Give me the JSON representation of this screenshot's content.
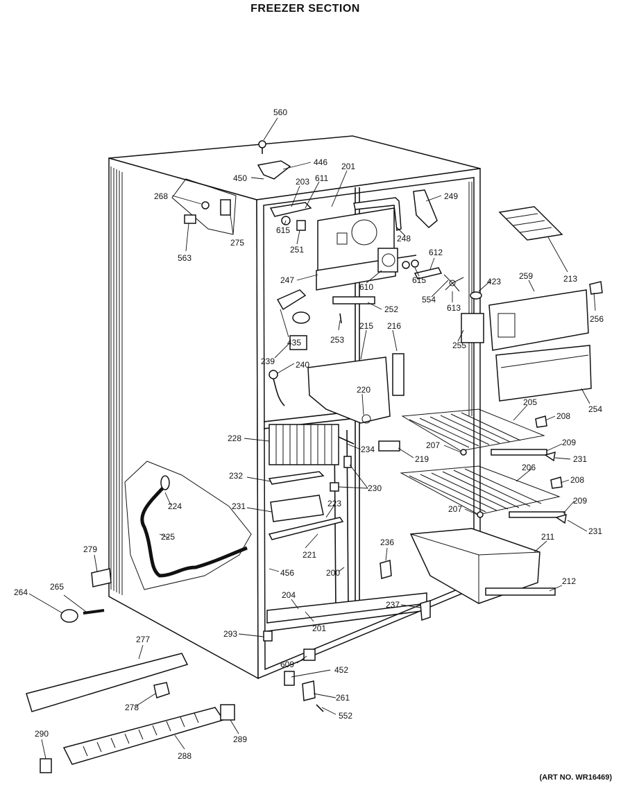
{
  "title": "FREEZER SECTION",
  "art_number": "(ART NO. WR16469)",
  "callouts": [
    {
      "id": "c560",
      "label": "560"
    },
    {
      "id": "c446",
      "label": "446"
    },
    {
      "id": "c450",
      "label": "450"
    },
    {
      "id": "c201a",
      "label": "201"
    },
    {
      "id": "c203",
      "label": "203"
    },
    {
      "id": "c611",
      "label": "611"
    },
    {
      "id": "c268",
      "label": "268"
    },
    {
      "id": "c249",
      "label": "249"
    },
    {
      "id": "c615a",
      "label": "615"
    },
    {
      "id": "c251",
      "label": "251"
    },
    {
      "id": "c275",
      "label": "275"
    },
    {
      "id": "c563",
      "label": "563"
    },
    {
      "id": "c248",
      "label": "248"
    },
    {
      "id": "c213",
      "label": "213"
    },
    {
      "id": "c612",
      "label": "612"
    },
    {
      "id": "c247",
      "label": "247"
    },
    {
      "id": "c610",
      "label": "610"
    },
    {
      "id": "c615b",
      "label": "615"
    },
    {
      "id": "c554",
      "label": "554"
    },
    {
      "id": "c423",
      "label": "423"
    },
    {
      "id": "c259",
      "label": "259"
    },
    {
      "id": "c613",
      "label": "613"
    },
    {
      "id": "c256",
      "label": "256"
    },
    {
      "id": "c252",
      "label": "252"
    },
    {
      "id": "c435",
      "label": "435"
    },
    {
      "id": "c253",
      "label": "253"
    },
    {
      "id": "c215",
      "label": "215"
    },
    {
      "id": "c216",
      "label": "216"
    },
    {
      "id": "c255",
      "label": "255"
    },
    {
      "id": "c239",
      "label": "239"
    },
    {
      "id": "c240",
      "label": "240"
    },
    {
      "id": "c220",
      "label": "220"
    },
    {
      "id": "c254",
      "label": "254"
    },
    {
      "id": "c205",
      "label": "205"
    },
    {
      "id": "c208a",
      "label": "208"
    },
    {
      "id": "c228",
      "label": "228"
    },
    {
      "id": "c207a",
      "label": "207"
    },
    {
      "id": "c209a",
      "label": "209"
    },
    {
      "id": "c234",
      "label": "234"
    },
    {
      "id": "c219",
      "label": "219"
    },
    {
      "id": "c231a",
      "label": "231"
    },
    {
      "id": "c206",
      "label": "206"
    },
    {
      "id": "c232",
      "label": "232"
    },
    {
      "id": "c230",
      "label": "230"
    },
    {
      "id": "c208b",
      "label": "208"
    },
    {
      "id": "c224",
      "label": "224"
    },
    {
      "id": "c223",
      "label": "223"
    },
    {
      "id": "c231b",
      "label": "231"
    },
    {
      "id": "c209b",
      "label": "209"
    },
    {
      "id": "c207b",
      "label": "207"
    },
    {
      "id": "c231c",
      "label": "231"
    },
    {
      "id": "c225",
      "label": "225"
    },
    {
      "id": "c211",
      "label": "211"
    },
    {
      "id": "c236",
      "label": "236"
    },
    {
      "id": "c279",
      "label": "279"
    },
    {
      "id": "c221",
      "label": "221"
    },
    {
      "id": "c456",
      "label": "456"
    },
    {
      "id": "c200",
      "label": "200"
    },
    {
      "id": "c212",
      "label": "212"
    },
    {
      "id": "c264",
      "label": "264"
    },
    {
      "id": "c265",
      "label": "265"
    },
    {
      "id": "c204",
      "label": "204"
    },
    {
      "id": "c237",
      "label": "237"
    },
    {
      "id": "c201b",
      "label": "201"
    },
    {
      "id": "c293",
      "label": "293"
    },
    {
      "id": "c277",
      "label": "277"
    },
    {
      "id": "c609",
      "label": "609"
    },
    {
      "id": "c452",
      "label": "452"
    },
    {
      "id": "c261",
      "label": "261"
    },
    {
      "id": "c278",
      "label": "278"
    },
    {
      "id": "c552",
      "label": "552"
    },
    {
      "id": "c290",
      "label": "290"
    },
    {
      "id": "c289",
      "label": "289"
    },
    {
      "id": "c288",
      "label": "288"
    }
  ]
}
